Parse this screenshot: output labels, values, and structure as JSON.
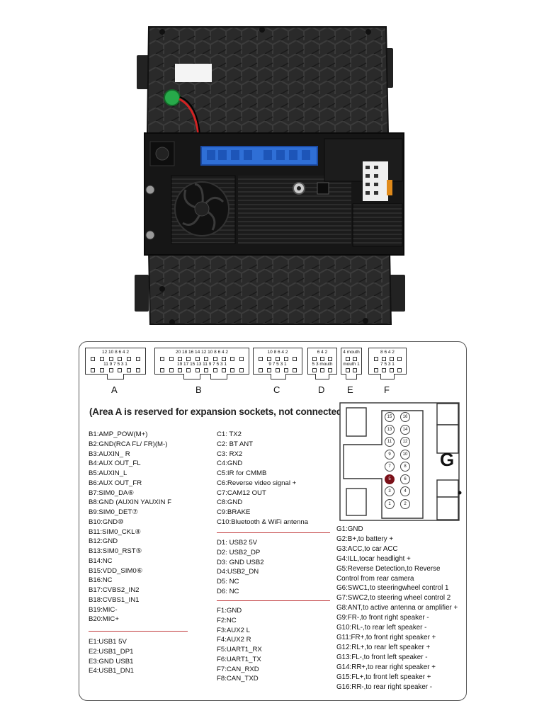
{
  "connectors": [
    {
      "id": "A",
      "row1": "12 10  8  6  4  2",
      "row2": "11  9  7  5  3  1"
    },
    {
      "id": "B",
      "row1": "20 18 16 14 12 10  8  6  4  2",
      "row2": "19 17 15 13 11  9  7  5  3  1"
    },
    {
      "id": "C",
      "row1": "10  8  6  4  2",
      "row2": "9  7  5  3  1"
    },
    {
      "id": "D",
      "row1": "6  4  2",
      "row2": "5  3  mouth"
    },
    {
      "id": "E",
      "row1": "4  mouth",
      "row2": "mouth 1"
    },
    {
      "id": "F",
      "row1": "8  6  4  2",
      "row2": "7  5  3  1"
    }
  ],
  "area_note": "(Area A is reserved for expansion sockets, not connected)",
  "b_pins": [
    "B1:AMP_POW(M+)",
    "B2:GND(RCA FL/ FR)(M-)",
    "B3:AUXIN_ R",
    "B4:AUX OUT_FL",
    "B5:AUXIN_L",
    "B6:AUX OUT_FR",
    "B7:SIM0_DA⑥",
    "B8:GND (AUXIN YAUXIN F",
    "B9:SIM0_DET⑦",
    "B10:GND⑩",
    "B11:SIM0_CKL④",
    "B12:GND",
    "B13:SIM0_RST⑤",
    "B14:NC",
    "B15:VDD_SIM0⑥",
    "B16:NC",
    "B17:CVBS2_IN2",
    "B18:CVBS1_IN1",
    "B19:MIC-",
    "B20:MIC+"
  ],
  "e_pins": [
    "E1:USB1 5V",
    "E2:USB1_DP1",
    "E3:GND USB1",
    "E4:USB1_DN1"
  ],
  "c_pins": [
    "C1: TX2",
    "C2: BT ANT",
    "C3: RX2",
    "C4:GND",
    "C5:IR for CMMB",
    "C6:Reverse video signal +",
    "C7:CAM12 OUT",
    "C8:GND",
    "C9:BRAKE",
    "C10:Bluetooth & WiFi antenna"
  ],
  "d_pins": [
    "D1: USB2 5V",
    "D2: USB2_DP",
    "D3: GND USB2",
    "D4:USB2_DN",
    "D5: NC",
    "D6: NC"
  ],
  "f_pins": [
    "F1:GND",
    "F2:NC",
    "F3:AUX2 L",
    "F4:AUX2 R",
    "F5:UART1_RX",
    "F6:UART1_TX",
    "F7:CAN_RXD",
    "F8:CAN_TXD"
  ],
  "g_label": "G",
  "g_pin_numbers": [
    "15",
    "16",
    "13",
    "14",
    "11",
    "12",
    "9",
    "10",
    "7",
    "8",
    "5",
    "6",
    "3",
    "4",
    "1",
    "2"
  ],
  "g_pins": [
    "G1:GND",
    "G2:B+,to battery +",
    "G3:ACC,to car ACC",
    "G4:ILL,tocar headlight +",
    "G5:Reverse Detection,to Reverse",
    "Control from rear camera",
    "G6:SWC1,to steeringwheel control 1",
    "G7:SWC2,to steering wheel control 2",
    "G8:ANT,to active antenna or amplifier +",
    "G9:FR-,to front right speaker -",
    "G10:RL-,to rear left speaker -",
    "G11:FR+,to front right speaker +",
    "G12:RL+,to rear left speaker +",
    "G13:FL-,to front left speaker -",
    "G14:RR+,to rear right speaker +",
    "G15:FL+,to front left speaker +",
    "G16:RR-,to rear right speaker -"
  ],
  "colors": {
    "separator": "#c0393b",
    "highlight_pin": "#7a1018",
    "connector_blue": "#2f6fd6",
    "chassis": "#1f1f1f"
  }
}
